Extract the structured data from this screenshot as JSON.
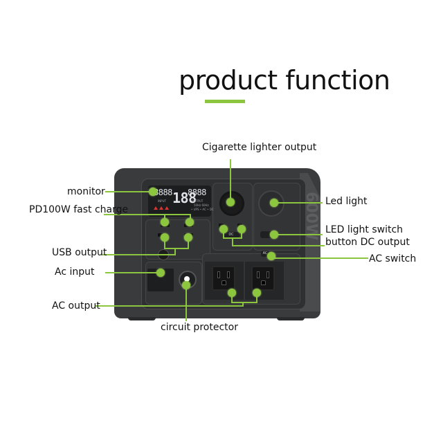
{
  "title": "product function",
  "accent_color": "#8cc63f",
  "device": {
    "side_badge": "600W",
    "display": {
      "input_digits": "8888",
      "center_digits": "188",
      "percent_sign": "%",
      "output_digits": "8888",
      "input_label": "INPUT",
      "input_unit": "W",
      "output_label": "OUTPUT",
      "output_unit": "W",
      "freq_labels": "50Hz  60Hz",
      "mode_labels": "• UPS • AC • DC"
    },
    "buttons": {
      "dc": "DC",
      "ac": "AC"
    }
  },
  "callouts": {
    "left": [
      {
        "id": "monitor",
        "label": "monitor"
      },
      {
        "id": "pd100w",
        "label": "PD100W fast charge"
      },
      {
        "id": "usb",
        "label": "USB output"
      },
      {
        "id": "ac-input",
        "label": "Ac input"
      },
      {
        "id": "ac-output",
        "label": "AC output"
      }
    ],
    "top": [
      {
        "id": "cigarette",
        "label": "Cigarette lighter output"
      }
    ],
    "right": [
      {
        "id": "led-light",
        "label": "Led light"
      },
      {
        "id": "led-switch",
        "label": "LED light switch"
      },
      {
        "id": "dc-output",
        "label": "button DC output"
      },
      {
        "id": "ac-switch",
        "label": "AC switch"
      }
    ],
    "bottom": [
      {
        "id": "circuit-protector",
        "label": "circuit protector"
      }
    ]
  }
}
